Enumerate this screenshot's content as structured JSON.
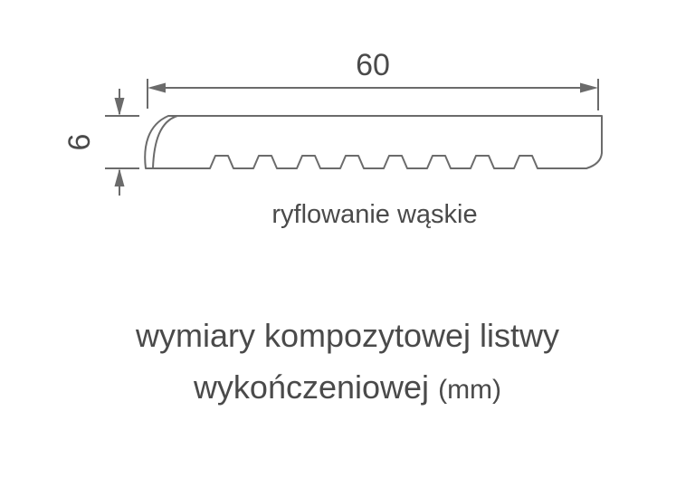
{
  "colors": {
    "background": "#ffffff",
    "line": "#6b6b6b",
    "text": "#4a4a4a"
  },
  "diagram": {
    "width_dimension": "60",
    "height_dimension": "6",
    "profile_label": "ryflowanie wąskie"
  },
  "caption": {
    "line1": "wymiary kompozytowej listwy",
    "line2": "wykończeniowej",
    "unit": "(mm)"
  }
}
